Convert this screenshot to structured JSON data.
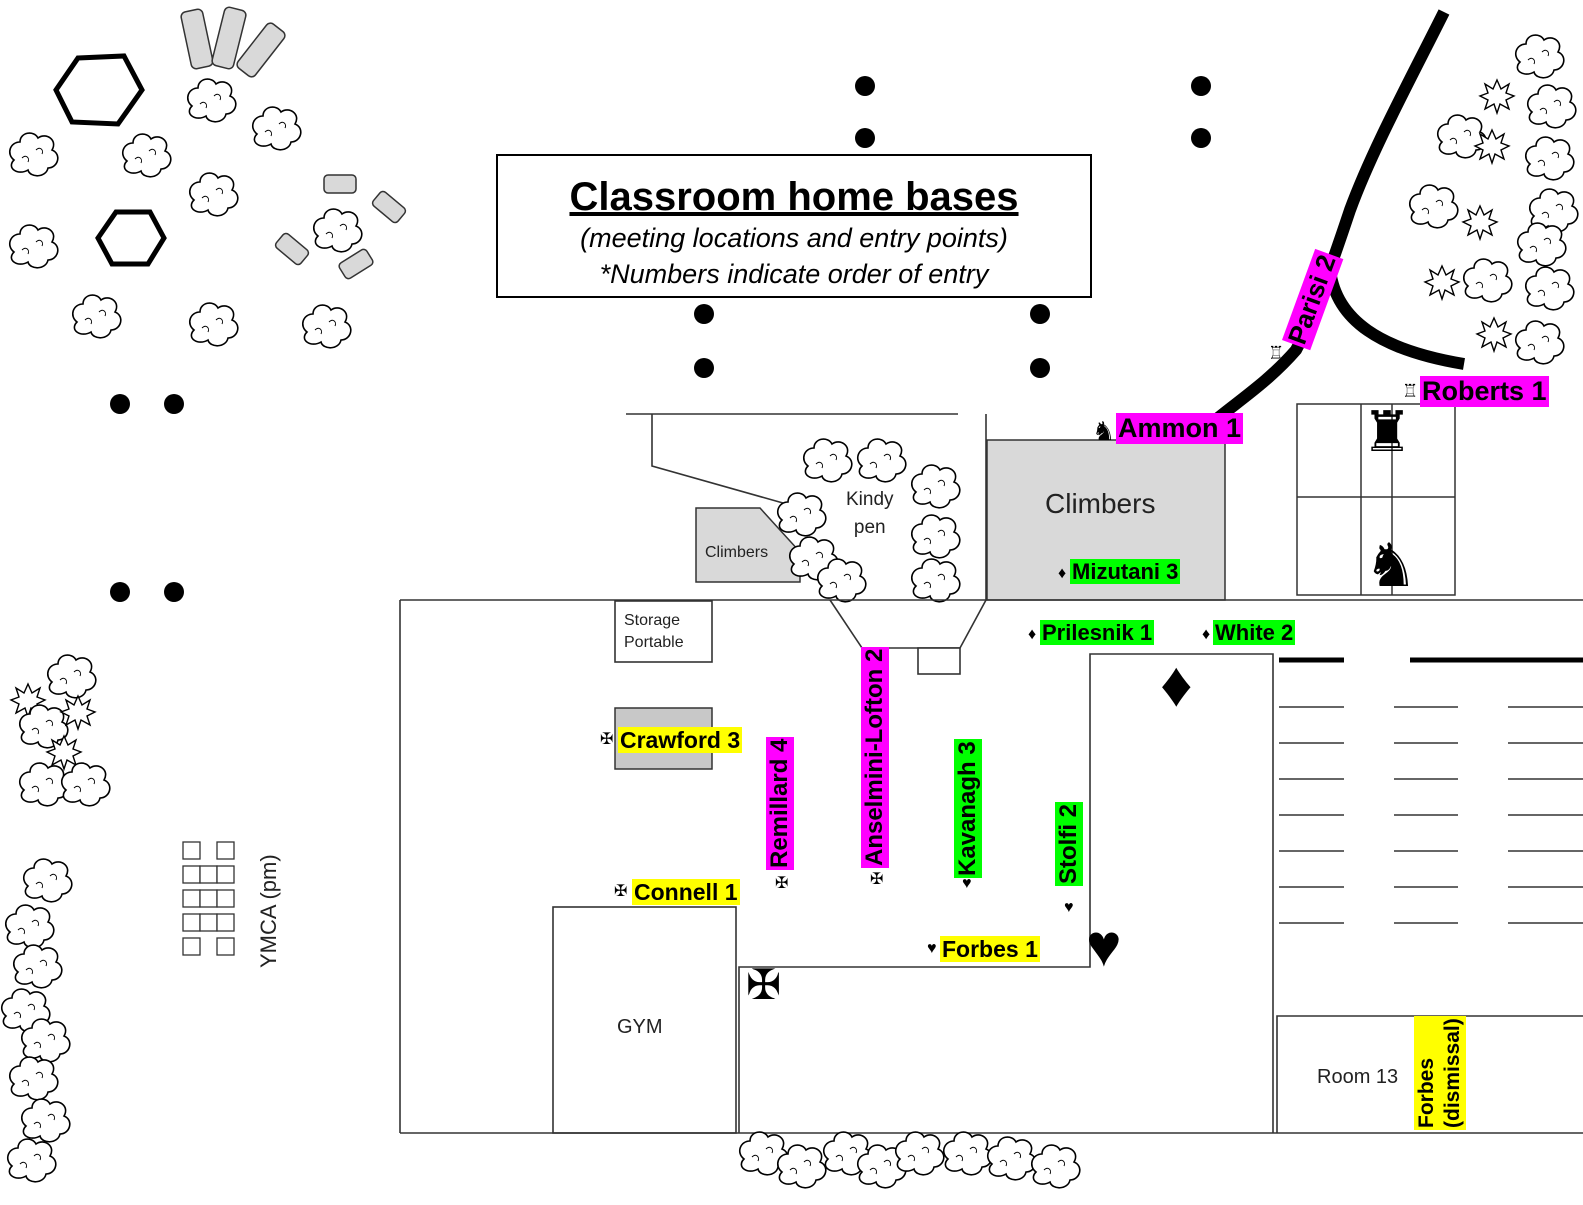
{
  "title": "Classroom home bases",
  "subtitle": "(meeting locations and entry points)",
  "note": "*Numbers indicate order of entry",
  "areas": {
    "kindy_pen": "Kindy\npen",
    "climbers_small": "Climbers",
    "climbers_large": "Climbers",
    "storage": "Storage\nPortable",
    "gym": "GYM",
    "room13": "Room 13",
    "ymca": "YMCA (pm)"
  },
  "labels": {
    "ammon": "Ammon 1",
    "parisi": "Parisi 2",
    "roberts": "Roberts 1",
    "mizutani": "Mizutani 3",
    "prilesnik": "Prilesnik 1",
    "white": "White 2",
    "crawford": "Crawford 3",
    "remillard": "Remillard 4",
    "anselmini": "Anselmini-Lofton 2",
    "kavanagh": "Kavanagh 3",
    "stolfi": "Stolfi 2",
    "connell": "Connell 1",
    "forbes": "Forbes 1",
    "forbes_dismissal": "Forbes\n(dismissal)"
  },
  "symbols": {
    "knight": "♞",
    "rook": "♜",
    "small_rook": "♖",
    "diamond": "♦",
    "heart": "♥",
    "cross": "✠"
  },
  "colors": {
    "magenta": "#ff00ff",
    "green": "#00ff00",
    "yellow": "#ffff00",
    "building_gray": "#d9d9d9"
  }
}
